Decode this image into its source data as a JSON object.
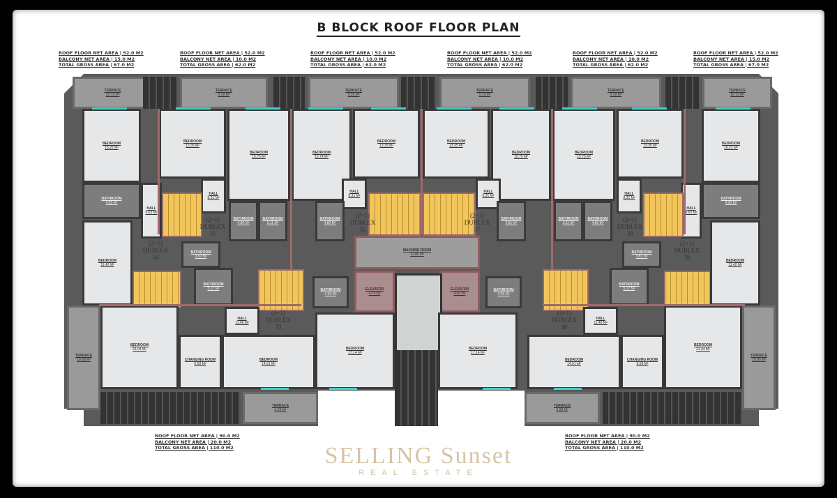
{
  "title": "B BLOCK ROOF FLOOR PLAN",
  "unit_areas_top": [
    {
      "net": "ROOF FLOOR NET AREA | 52.0 M2",
      "balcony": "BALCONY NET AREA | 15.0 M2",
      "gross": "TOTAL GROSS AREA | 67.0 M2"
    },
    {
      "net": "ROOF FLOOR NET AREA | 52.0 M2",
      "balcony": "BALCONY NET AREA | 10.0 M2",
      "gross": "TOTAL GROSS AREA | 62.0 M2"
    },
    {
      "net": "ROOF FLOOR NET AREA | 52.0 M2",
      "balcony": "BALCONY NET AREA | 10.0 M2",
      "gross": "TOTAL GROSS AREA | 62.0 M2"
    },
    {
      "net": "ROOF FLOOR NET AREA | 52.0 M2",
      "balcony": "BALCONY NET AREA | 10.0 M2",
      "gross": "TOTAL GROSS AREA | 62.0 M2"
    },
    {
      "net": "ROOF FLOOR NET AREA | 52.0 M2",
      "balcony": "BALCONY NET AREA | 10.0 M2",
      "gross": "TOTAL GROSS AREA | 62.0 M2"
    },
    {
      "net": "ROOF FLOOR NET AREA | 52.0 M2",
      "balcony": "BALCONY NET AREA | 15.0 M2",
      "gross": "TOTAL GROSS AREA | 67.0 M2"
    }
  ],
  "unit_areas_bottom": [
    {
      "net": "ROOF FLOOR NET AREA | 90.0 M2",
      "balcony": "BALCONY NET AREA | 20.0 M2",
      "gross": "TOTAL GROSS AREA | 110.0 M2"
    },
    {
      "net": "ROOF FLOOR NET AREA | 90.0 M2",
      "balcony": "BALCONY NET AREA | 20.0 M2",
      "gross": "TOTAL GROSS AREA | 110.0 M2"
    }
  ],
  "units": [
    {
      "type": "(2+1)",
      "name": "DUBLEX",
      "no": "34"
    },
    {
      "type": "(2+1)",
      "name": "DUBLEX",
      "no": "35"
    },
    {
      "type": "(2+1)",
      "name": "DUBLEX",
      "no": "36"
    },
    {
      "type": "(2+1)",
      "name": "DUBLEX",
      "no": "37"
    },
    {
      "type": "(2+1)",
      "name": "DUBLEX",
      "no": "38"
    },
    {
      "type": "(2+1)",
      "name": "DUBLEX",
      "no": "39"
    },
    {
      "type": "(4+1)",
      "name": "DUBLEX",
      "no": "33"
    },
    {
      "type": "(4+1)",
      "name": "DUBLEX",
      "no": "40"
    }
  ],
  "rooms": [
    {
      "name": "TERRACE",
      "area": "16.72 M²"
    },
    {
      "name": "TERRACE",
      "area": "9.18 M²"
    },
    {
      "name": "TERRACE",
      "area": "9.18 M²"
    },
    {
      "name": "TERRACE",
      "area": "9.18 M²"
    },
    {
      "name": "TERRACE",
      "area": "9.18 M²"
    },
    {
      "name": "TERRACE",
      "area": "16.72 M²"
    },
    {
      "name": "BEDROOM",
      "area": "16.22 M²"
    },
    {
      "name": "BEDROOM",
      "area": "13.35 M²"
    },
    {
      "name": "BEDROOM",
      "area": "15.75 M²"
    },
    {
      "name": "BEDROOM",
      "area": "15.74 M²"
    },
    {
      "name": "BEDROOM",
      "area": "13.35 M²"
    },
    {
      "name": "BEDROOM",
      "area": "13.35 M²"
    },
    {
      "name": "BEDROOM",
      "area": "15.75 M²"
    },
    {
      "name": "BEDROOM",
      "area": "15.75 M²"
    },
    {
      "name": "BEDROOM",
      "area": "13.35 M²"
    },
    {
      "name": "BEDROOM",
      "area": "16.21 M²"
    },
    {
      "name": "BATHROOM",
      "area": "4.95 M²"
    },
    {
      "name": "HALL",
      "area": "9.63 M²"
    },
    {
      "name": "HALL",
      "area": "8.31 M²"
    },
    {
      "name": "HALL",
      "area": "8.31 M²"
    },
    {
      "name": "HALL",
      "area": "8.31 M²"
    },
    {
      "name": "HALL",
      "area": "8.31 M²"
    },
    {
      "name": "BATHROOM",
      "area": "4.95 M²"
    },
    {
      "name": "HALL",
      "area": "9.63 M²"
    },
    {
      "name": "BEDROOM",
      "area": "11.42 M²"
    },
    {
      "name": "BEDROOM",
      "area": "11.42 M²"
    },
    {
      "name": "BATHROOM",
      "area": "4.80 M²"
    },
    {
      "name": "BATHROOM",
      "area": "5.11 M²"
    },
    {
      "name": "BATHROOM",
      "area": "4.80 M²"
    },
    {
      "name": "BATHROOM",
      "area": "4.61 M²"
    },
    {
      "name": "BATHROOM",
      "area": "5.11 M²"
    },
    {
      "name": "BATHROOM",
      "area": "4.80 M²"
    },
    {
      "name": "BATHROOM",
      "area": "3.82 M²"
    },
    {
      "name": "BATHROOM",
      "area": "5.17 M²"
    },
    {
      "name": "BATHROOM",
      "area": "3.82 M²"
    },
    {
      "name": "BATHROOM",
      "area": "5.17 M²"
    },
    {
      "name": "MACHINE ROOM",
      "area": "12.80 M²"
    },
    {
      "name": "ELEVATOR",
      "area": "4.74 M²"
    },
    {
      "name": "ELEVATOR",
      "area": "4.00 M²"
    },
    {
      "name": "BATHROOM",
      "area": "4.20 M²"
    },
    {
      "name": "BATHROOM",
      "area": "4.20 M²"
    },
    {
      "name": "HALL",
      "area": "11.46 M²"
    },
    {
      "name": "HALL",
      "area": "11.46 M²"
    },
    {
      "name": "BEDROOM",
      "area": "21.04 M²"
    },
    {
      "name": "CHANGING ROOM",
      "area": "6.58 M²"
    },
    {
      "name": "BEDROOM",
      "area": "14.51 M²"
    },
    {
      "name": "BEDROOM",
      "area": "17.14 M²"
    },
    {
      "name": "BEDROOM",
      "area": "17.14 M²"
    },
    {
      "name": "BEDROOM",
      "area": "14.51 M²"
    },
    {
      "name": "CHANGING ROOM",
      "area": "6.58 M²"
    },
    {
      "name": "BEDROOM",
      "area": "21.04 M²"
    },
    {
      "name": "TERRACE",
      "area": "10.89 M²"
    },
    {
      "name": "TERRACE",
      "area": "6.68 M²"
    },
    {
      "name": "TERRACE",
      "area": "6.68 M²"
    },
    {
      "name": "TERRACE",
      "area": "10.89 M²"
    }
  ],
  "watermark": {
    "line1": "SELLING Sunset",
    "line2": "REAL ESTATE"
  }
}
